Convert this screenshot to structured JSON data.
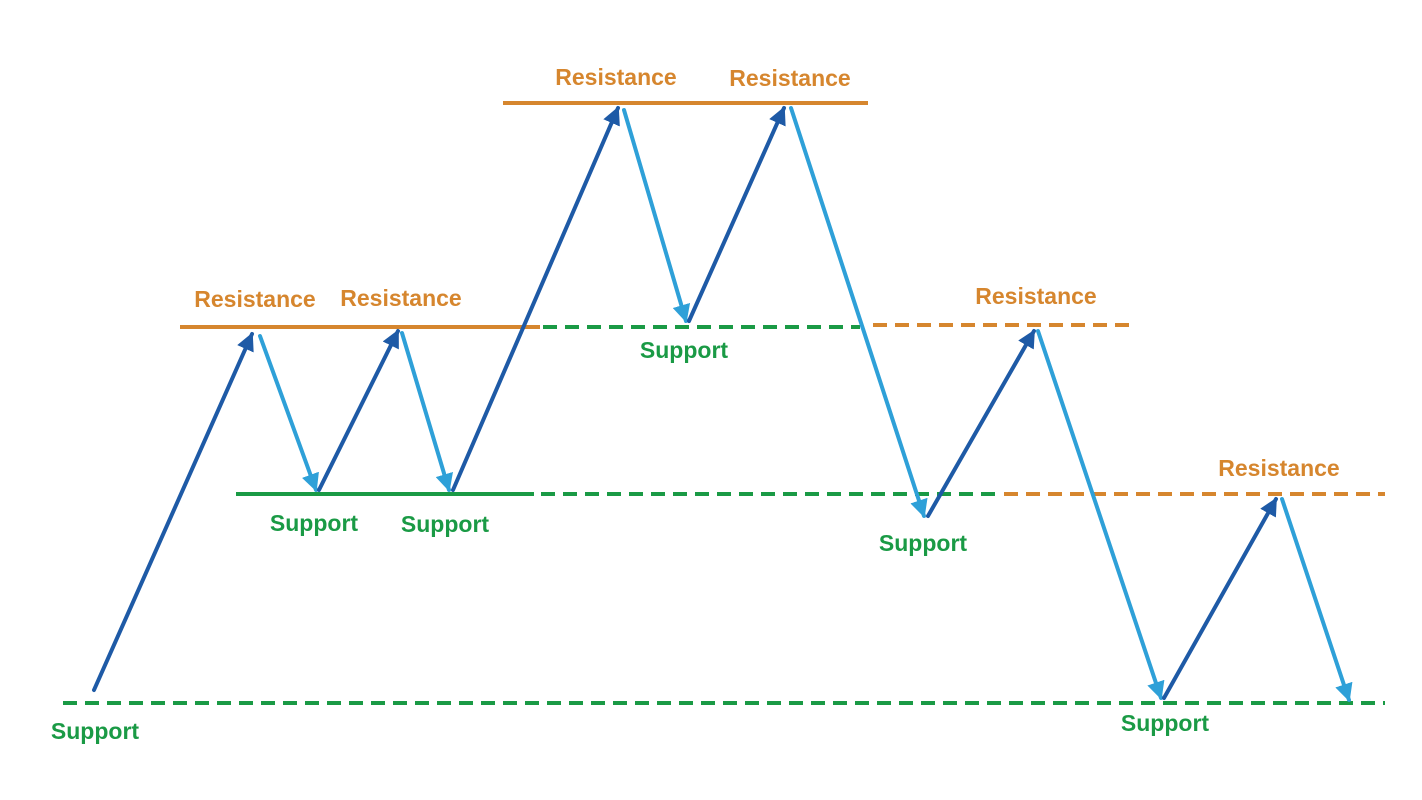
{
  "colors": {
    "resistance": "#d6862e",
    "support": "#1a9a45",
    "up_arrow": "#1e5aa6",
    "down_arrow": "#2ea0d8"
  },
  "labels": {
    "resistance_1": "Resistance",
    "resistance_2": "Resistance",
    "resistance_3": "Resistance",
    "resistance_4": "Resistance",
    "resistance_5": "Resistance",
    "resistance_6": "Resistance",
    "support_1": "Support",
    "support_2": "Support",
    "support_3": "Support",
    "support_4": "Support",
    "support_5": "Support",
    "support_6": "Support"
  }
}
